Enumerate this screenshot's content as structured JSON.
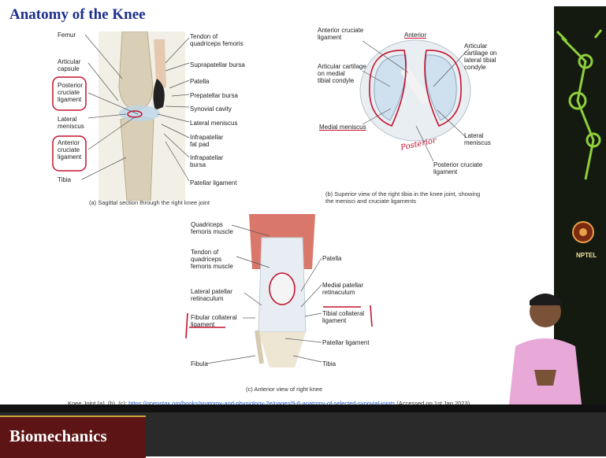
{
  "title": "Anatomy of the Knee",
  "panel_a": {
    "left_labels": [
      "Femur",
      "Articular\ncapsule",
      "Posterior\ncruciate\nligament",
      "Lateral\nmeniscus",
      "Anterior\ncruciate\nligament",
      "Tibia"
    ],
    "right_labels": [
      "Tendon of\nquadriceps femoris",
      "Suprapatellar bursa",
      "Patella",
      "Prepatellar bursa",
      "Synovial cavity",
      "Lateral meniscus",
      "Infrapatellar\nfat pad",
      "Infrapatellar\nbursa",
      "Patellar ligament"
    ],
    "caption": "(a) Sagittal section through the right knee joint"
  },
  "panel_b": {
    "labels": [
      "Anterior cruciate\nligament",
      "Anterior",
      "Articular\ncartilage on\nlateral tibial\ncondyle",
      "Articular cartilage\non medial\ntibial condyle",
      "Medial meniscus",
      "Lateral\nmeniscus",
      "Posterior cruciate\nligament"
    ],
    "handwritten": "Posterior",
    "caption": "(b) Superior view of the right tibia in the knee joint, showing\nthe menisci and cruciate ligaments"
  },
  "panel_c": {
    "left_labels": [
      "Quadriceps\nfemoris muscle",
      "Tendon of\nquadriceps\nfemoris muscle",
      "Lateral patellar\nretinaculum",
      "Fibular collateral\nligament",
      "Fibula"
    ],
    "right_labels": [
      "Patella",
      "Medial patellar\nretinaculum",
      "Tibial collateral\nligament",
      "Patellar ligament",
      "Tibia"
    ],
    "caption": "(c) Anterior view of right knee"
  },
  "citation": {
    "prefix": "Knee Joint (a), (b), (c): ",
    "link": "https://openstax.org/books/anatomy-and-physiology-2e/pages/9-6-anatomy-of-selected-synovial-joints",
    "suffix": " (Accessed on 1st Jan 2023)"
  },
  "footer": {
    "brand": "Biomechanics"
  },
  "sidebar": {
    "logo_text": "NPTEL"
  }
}
